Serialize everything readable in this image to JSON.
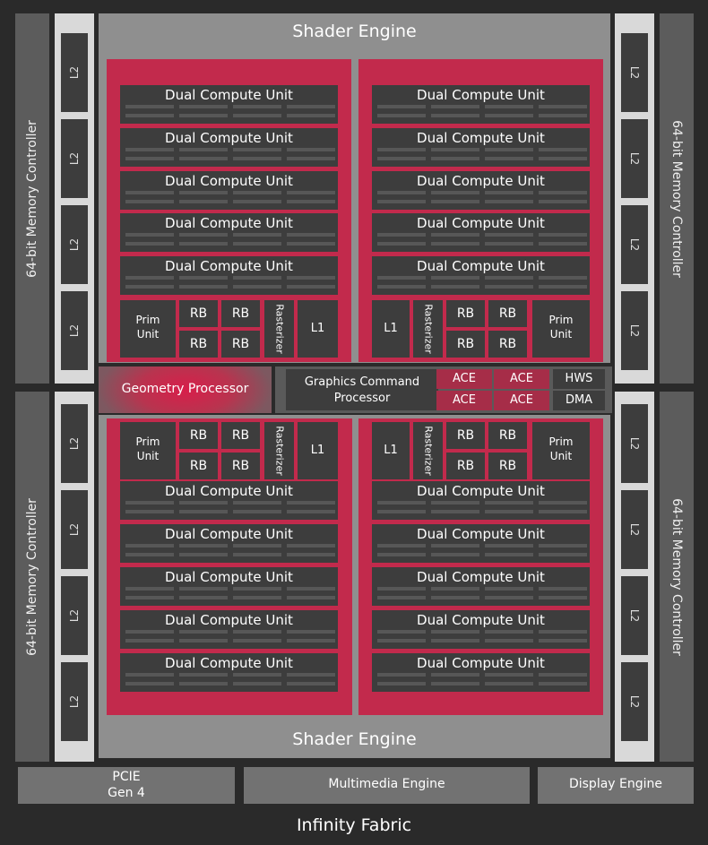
{
  "shader_engine_label": "Shader Engine",
  "dual_compute_unit_label": "Dual Compute Unit",
  "prim_unit_label": "Prim Unit",
  "rb_label": "RB",
  "rasterizer_label": "Rasterizer",
  "l1_label": "L1",
  "l2_label": "L2",
  "memory_controller_label": "64-bit Memory Controller",
  "geometry_processor_label": "Geometry Processor",
  "graphics_command_processor_label": "Graphics Command Processor",
  "ace_label": "ACE",
  "hws_label": "HWS",
  "dma_label": "DMA",
  "pcie_label": "PCIE Gen 4",
  "multimedia_engine_label": "Multimedia Engine",
  "display_engine_label": "Display Engine",
  "infinity_fabric_label": "Infinity Fabric",
  "colors": {
    "background": "#2a2a2a",
    "shader_engine": "#8f8f8f",
    "compute_array": "#c22a4c",
    "unit_block": "#3d3d3d",
    "geometry_highlight": "#d81e4a",
    "l2_column": "#d9d9d9",
    "memory_controller": "#5c5c5c",
    "bottom_block": "#727272"
  }
}
